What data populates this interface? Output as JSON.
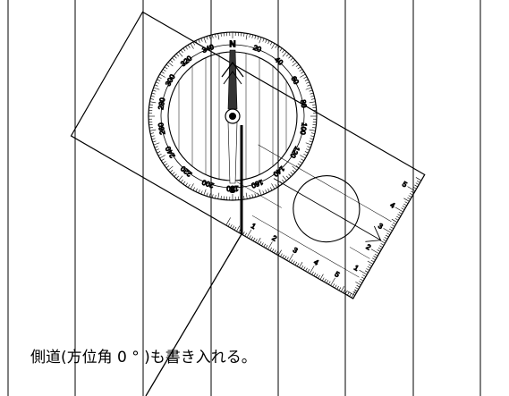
{
  "caption": "側道(方位角 0 ° )も書き入れる。",
  "compass": {
    "north": "N",
    "south": "S",
    "bearing_labels": [
      "20",
      "40",
      "60",
      "80",
      "100",
      "120",
      "140",
      "160",
      "180",
      "200",
      "220",
      "240",
      "260",
      "280",
      "300",
      "320",
      "340"
    ]
  },
  "ruler_long_labels": [
    "1",
    "2",
    "3",
    "4",
    "5"
  ],
  "ruler_short_labels": [
    "1",
    "2",
    "3",
    "4",
    "5"
  ],
  "colors": {
    "line": "#000000",
    "background": "#ffffff"
  }
}
